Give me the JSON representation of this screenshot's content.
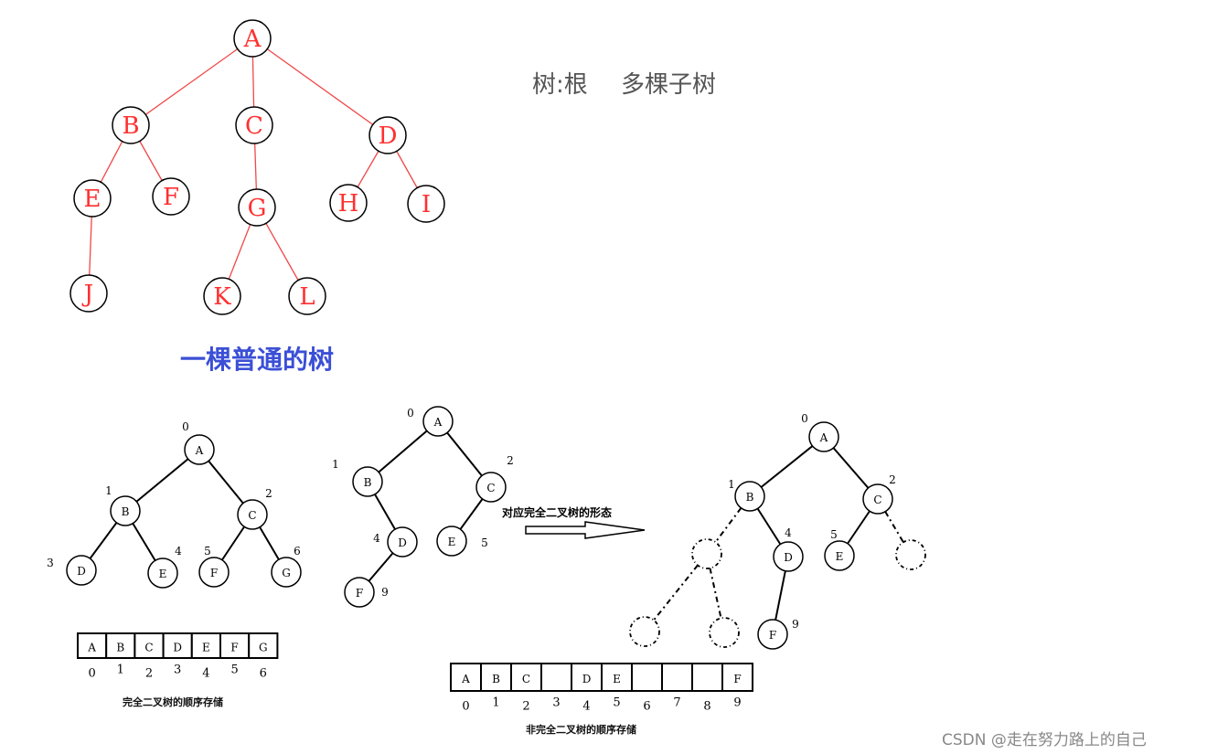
{
  "general_tree": {
    "nodes": [
      "A",
      "B",
      "C",
      "D",
      "E",
      "F",
      "G",
      "H",
      "I",
      "J",
      "K",
      "L"
    ],
    "title": "一棵普通的树",
    "note": "树:根 多棵子树",
    "color": "#ff3030"
  },
  "complete_tree": {
    "nodes": [
      "A",
      "B",
      "C",
      "D",
      "E",
      "F",
      "G"
    ],
    "indices": [
      "0",
      "1",
      "2",
      "3",
      "4",
      "5",
      "6"
    ],
    "array": [
      "A",
      "B",
      "C",
      "D",
      "E",
      "F",
      "G"
    ],
    "array_indices": [
      "0",
      "1",
      "2",
      "3",
      "4",
      "5",
      "6"
    ],
    "caption": "完全二叉树的顺序存储"
  },
  "incomplete_tree": {
    "nodes": [
      "A",
      "B",
      "C",
      "D",
      "E",
      "F"
    ],
    "indices": [
      "0",
      "1",
      "2",
      "4",
      "5",
      "9"
    ],
    "arrow_label": "对应完全二叉树的形态"
  },
  "mapped_tree": {
    "nodes": [
      "A",
      "B",
      "C",
      "D",
      "E",
      "F"
    ],
    "indices": [
      "0",
      "1",
      "2",
      "4",
      "5",
      "9"
    ],
    "array": [
      "A",
      "B",
      "C",
      "",
      "D",
      "E",
      "",
      "",
      "",
      "F"
    ],
    "array_indices": [
      "0",
      "1",
      "2",
      "3",
      "4",
      "5",
      "6",
      "7",
      "8",
      "9"
    ],
    "caption": "非完全二叉树的顺序存储"
  },
  "watermark": "CSDN @走在努力路上的自己"
}
